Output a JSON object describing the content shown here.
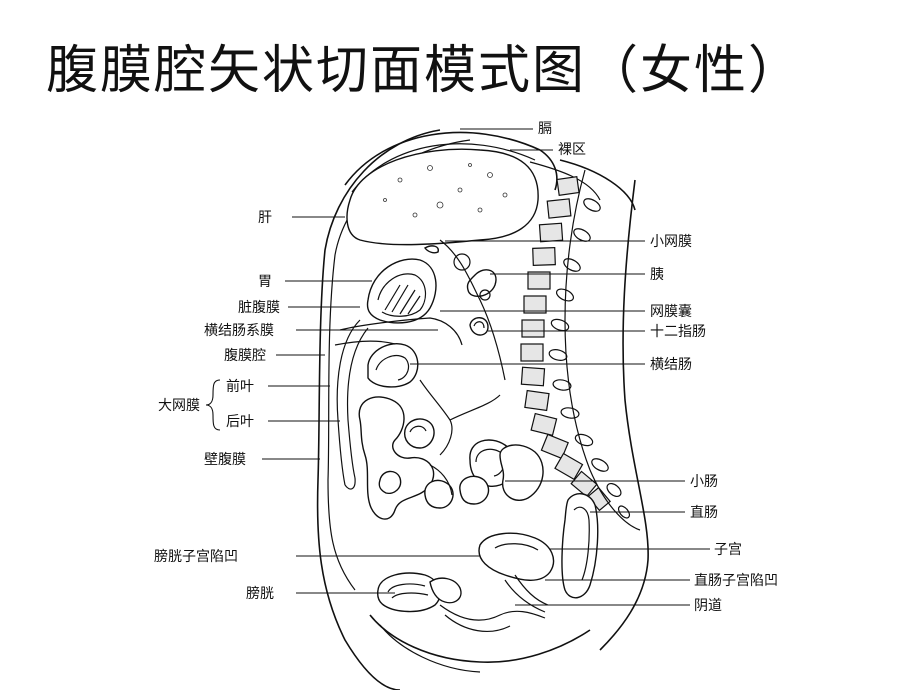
{
  "title": "腹膜腔矢状切面模式图（女性）",
  "labels": {
    "diaphragm": "膈",
    "bare_area": "裸区",
    "liver": "肝",
    "lesser_omentum": "小网膜",
    "stomach": "胃",
    "pancreas": "胰",
    "visceral_peritoneum": "脏腹膜",
    "omental_bursa": "网膜囊",
    "transverse_mesocolon": "横结肠系膜",
    "duodenum": "十二指肠",
    "peritoneal_cavity": "腹膜腔",
    "transverse_colon": "横结肠",
    "greater_omentum": "大网膜",
    "anterior_layer": "前叶",
    "posterior_layer": "后叶",
    "parietal_peritoneum": "壁腹膜",
    "small_intestine": "小肠",
    "rectum": "直肠",
    "uterus": "子宫",
    "vesicouterine_pouch": "膀胱子宫陷凹",
    "rectouterine_pouch": "直肠子宫陷凹",
    "bladder": "膀胱",
    "vagina": "阴道"
  }
}
